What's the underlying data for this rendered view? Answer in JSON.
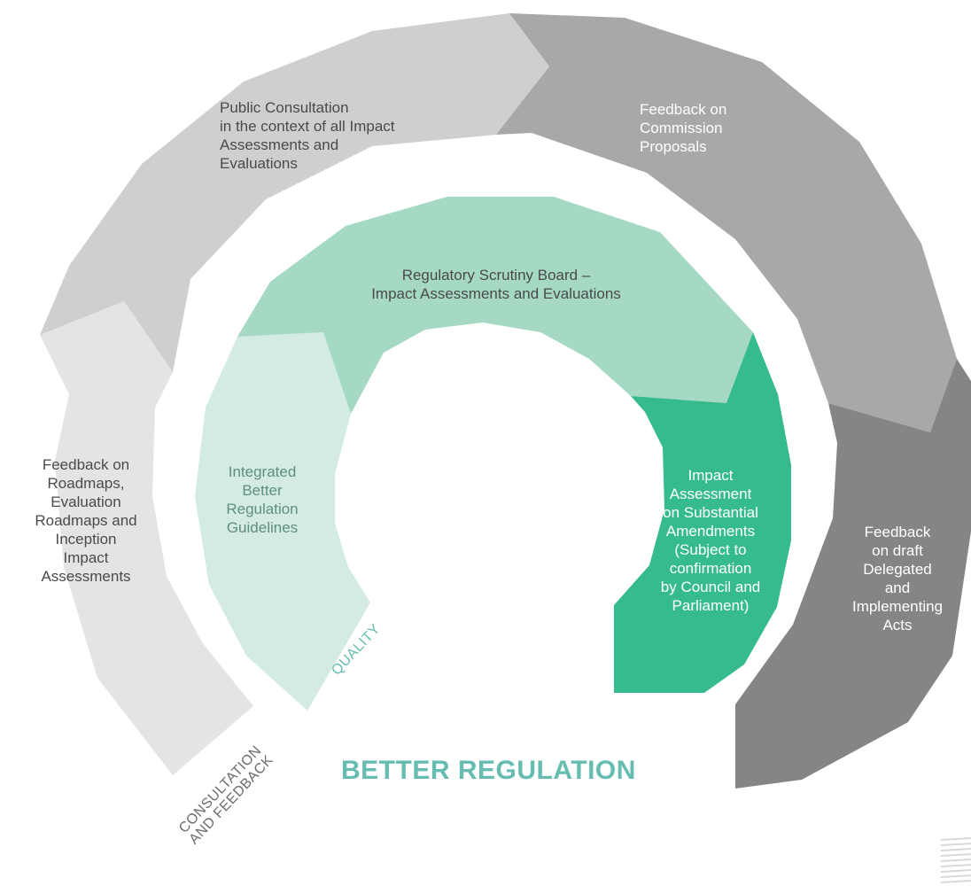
{
  "diagram": {
    "title": "BETTER REGULATION",
    "outer_ring": {
      "label": "CONSULTATION\nAND FEEDBACK",
      "segments": [
        {
          "id": "feedback-roadmaps",
          "text": "Feedback on\nRoadmaps,\nEvaluation\nRoadmaps and\nInception\nImpact\nAssessments",
          "color": "#e4e4e5"
        },
        {
          "id": "public-consultation",
          "text": "Public Consultation\nin the context of all Impact\nAssessments and\nEvaluations",
          "color": "#cfcfd1"
        },
        {
          "id": "feedback-proposals",
          "text": "Feedback on\nCommission\nProposals",
          "color": "#a8a8ab"
        },
        {
          "id": "feedback-delegated",
          "text": "Feedback\non draft\nDelegated\nand\nImplementing\nActs",
          "color": "#858588"
        }
      ]
    },
    "inner_ring": {
      "label": "QUALITY",
      "segments": [
        {
          "id": "guidelines",
          "text": "Integrated\nBetter\nRegulation\nGuidelines",
          "color": "#d3ebe2"
        },
        {
          "id": "scrutiny-board",
          "text": "Regulatory Scrutiny Board –\nImpact Assessments and Evaluations",
          "color": "#a5d9c4"
        },
        {
          "id": "impact-amendments",
          "text": "Impact\nAssessment\non Substantial\nAmendments\n(Subject to\nconfirmation\nby Council and\nParliament)",
          "color": "#36bb8e"
        }
      ]
    },
    "ring_tag_color_outer": "#6b6b6b",
    "ring_tag_color_inner": "#67bcb1",
    "title_color": "#67bcb1"
  }
}
